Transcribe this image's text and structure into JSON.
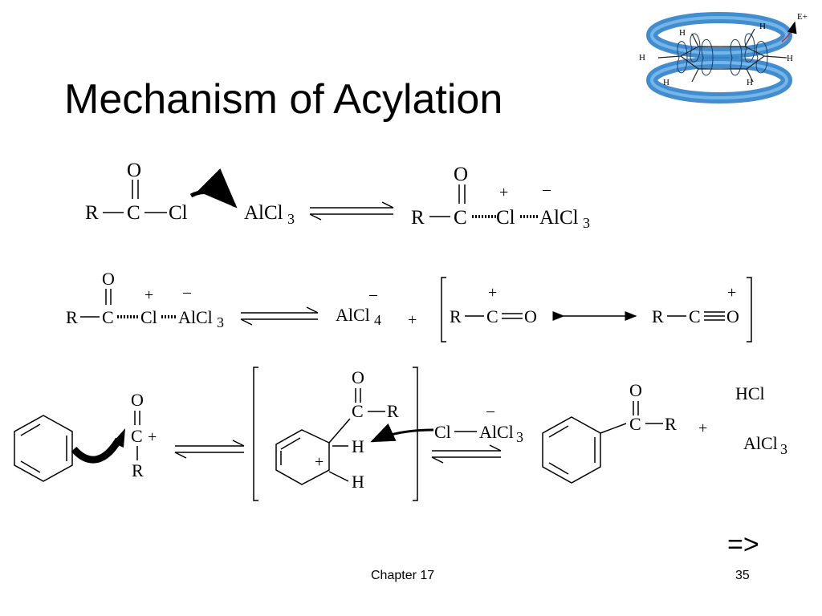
{
  "slide": {
    "title": "Mechanism of Acylation",
    "next_symbol": "=>",
    "footer_chapter": "Chapter 17",
    "page_number": "35"
  },
  "mechanism": {
    "atoms": {
      "R": "R",
      "C": "C",
      "O": "O",
      "H": "H",
      "Cl": "Cl",
      "AlCl": "AlCl",
      "HCl": "HCl",
      "sub3": "3",
      "sub4": "4",
      "plus": "+",
      "minus": "–"
    },
    "step1": {
      "label": "R–C(=O)–Cl + AlCl3 ⇌ R–C(=O)…Cl…AlCl3 complex"
    },
    "step2": {
      "label": "complex ⇌ AlCl4– + [R–C≡O+ ↔ R–C=O+]"
    },
    "step3": {
      "label": "benzene + acylium ⇌ sigma complex ⇌ aryl ketone + HCl + AlCl3"
    }
  },
  "orbital_graphic": {
    "electrophile_label": "E+",
    "ring_color": "#3d8fd6",
    "ring_dark": "#1f5fa8"
  }
}
